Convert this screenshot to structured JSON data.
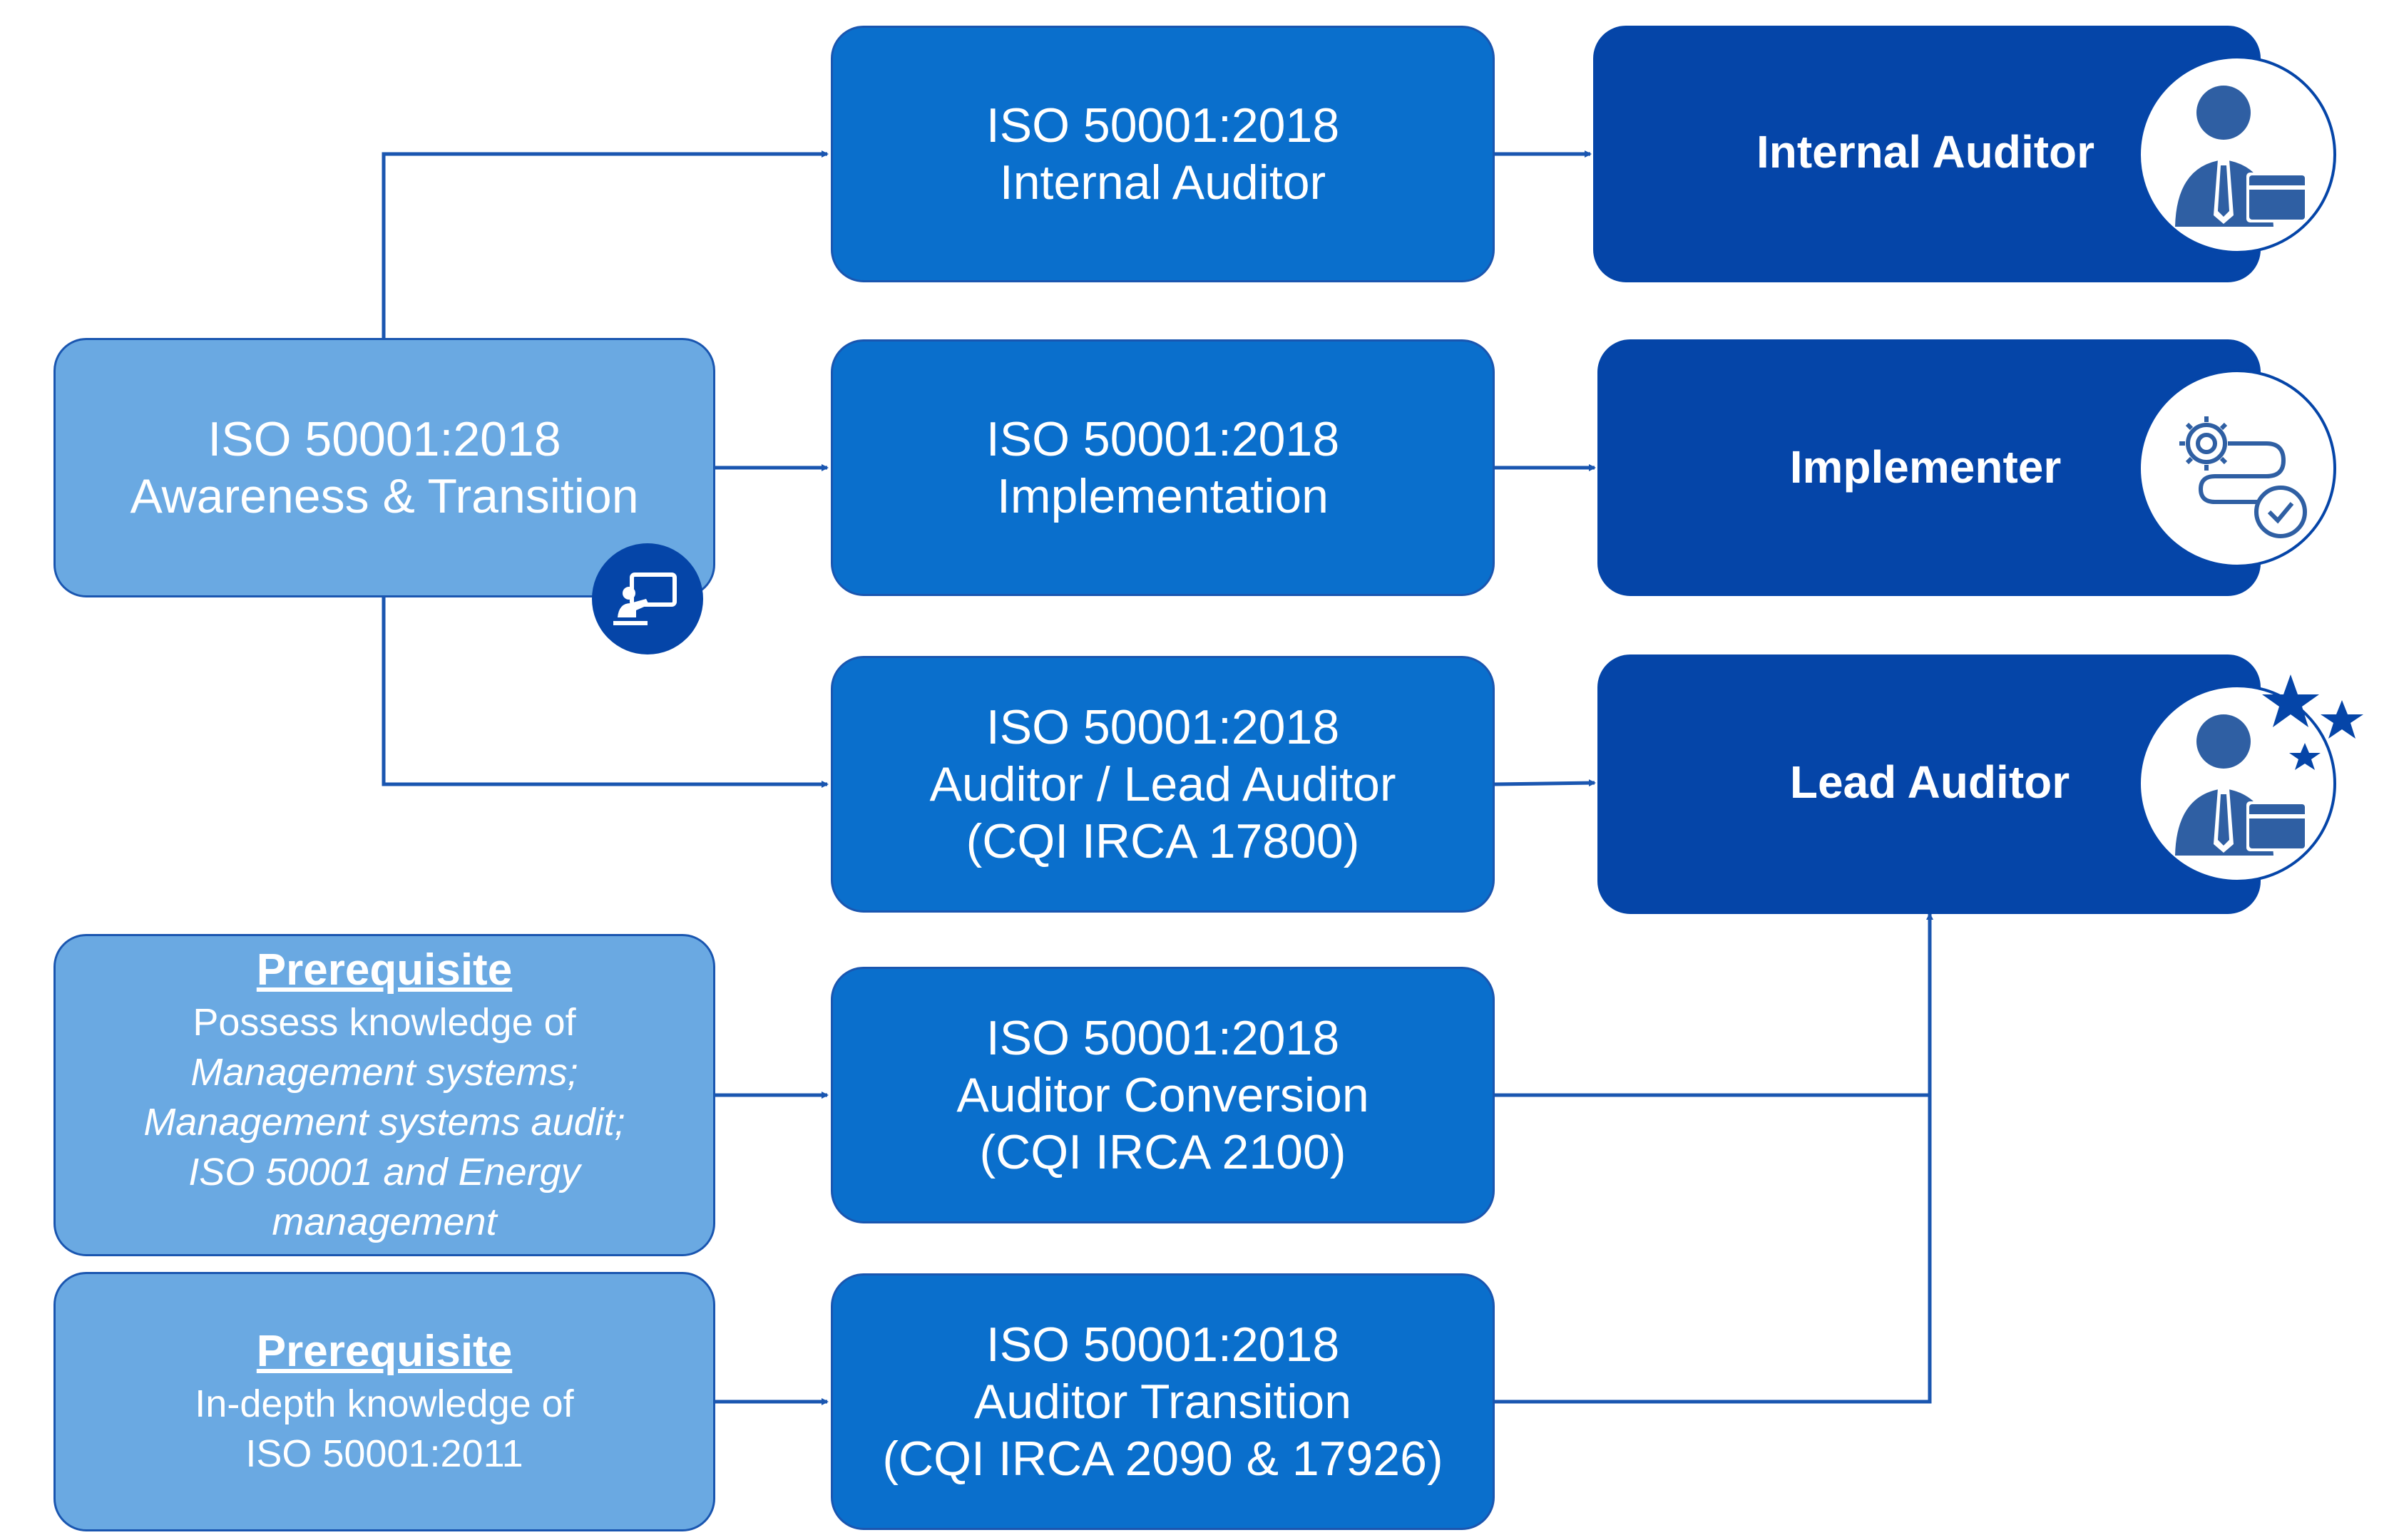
{
  "awareness": {
    "line1": "ISO 50001:2018",
    "line2": "Awareness & Transition",
    "icon": "presentation-icon"
  },
  "courses": {
    "internal": {
      "line1": "ISO 50001:2018",
      "line2": "Internal Auditor"
    },
    "implementation": {
      "line1": "ISO 50001:2018",
      "line2": "Implementation"
    },
    "lead": {
      "line1": "ISO 50001:2018",
      "line2": "Auditor / Lead Auditor",
      "line3": "(CQI IRCA 17800)"
    },
    "conversion": {
      "line1": "ISO 50001:2018",
      "line2": "Auditor Conversion",
      "line3": "(CQI IRCA 2100)"
    },
    "transition": {
      "line1": "ISO 50001:2018",
      "line2": "Auditor Transition",
      "line3": "(CQI IRCA 2090 & 17926)"
    }
  },
  "prerequisites": {
    "p1": {
      "title": "Prerequisite",
      "intro": "Possess knowledge of",
      "l1": "Management systems;",
      "l2": "Management systems audit;",
      "l3": "ISO 50001 and Energy",
      "l4": "management"
    },
    "p2": {
      "title": "Prerequisite",
      "l1": "In-depth knowledge of",
      "l2": "ISO 50001:2011"
    }
  },
  "roles": {
    "internal": {
      "label": "Internal Auditor",
      "icon": "auditor-person-icon"
    },
    "implementer": {
      "label": "Implementer",
      "icon": "gear-process-check-icon"
    },
    "lead": {
      "label": "Lead Auditor",
      "icon": "auditor-person-stars-icon"
    }
  },
  "colors": {
    "light": "#6aa9e2",
    "mid": "#0a6fcc",
    "dark": "#0545a8",
    "line": "#1a56b0"
  }
}
